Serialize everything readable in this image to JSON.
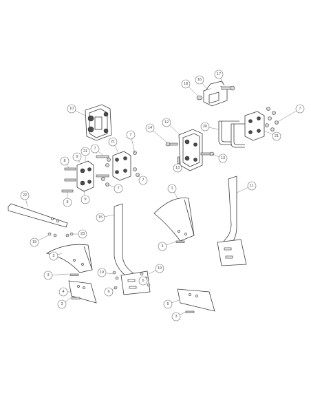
{
  "callouts": [
    {
      "id": "c1",
      "label": "1"
    },
    {
      "id": "c2",
      "label": "2"
    },
    {
      "id": "c3a",
      "label": "3"
    },
    {
      "id": "c3b",
      "label": "3"
    },
    {
      "id": "c3c",
      "label": "3"
    },
    {
      "id": "c3d",
      "label": "3"
    },
    {
      "id": "c4",
      "label": "4"
    },
    {
      "id": "c5",
      "label": "5"
    },
    {
      "id": "c6a",
      "label": "6"
    },
    {
      "id": "c6b",
      "label": "6"
    },
    {
      "id": "c7a",
      "label": "7"
    },
    {
      "id": "c7b",
      "label": "7"
    },
    {
      "id": "c7c",
      "label": "7"
    },
    {
      "id": "c7d",
      "label": "7"
    },
    {
      "id": "c7e",
      "label": "7"
    },
    {
      "id": "c8a",
      "label": "8"
    },
    {
      "id": "c8b",
      "label": "8"
    },
    {
      "id": "c9a",
      "label": "9"
    },
    {
      "id": "c9b",
      "label": "9"
    },
    {
      "id": "c10",
      "label": "10"
    },
    {
      "id": "c11",
      "label": "11"
    },
    {
      "id": "c12",
      "label": "12"
    },
    {
      "id": "c13a",
      "label": "13"
    },
    {
      "id": "c13b",
      "label": "13"
    },
    {
      "id": "c14",
      "label": "14"
    },
    {
      "id": "c15",
      "label": "15"
    },
    {
      "id": "c16",
      "label": "16"
    },
    {
      "id": "c17",
      "label": "17"
    },
    {
      "id": "c18",
      "label": "18"
    },
    {
      "id": "c19a",
      "label": "19"
    },
    {
      "id": "c19b",
      "label": "19"
    },
    {
      "id": "c19c",
      "label": "19"
    },
    {
      "id": "c20",
      "label": "20"
    },
    {
      "id": "c21a",
      "label": "21"
    },
    {
      "id": "c21b",
      "label": "21"
    },
    {
      "id": "c21c",
      "label": "21"
    },
    {
      "id": "c22",
      "label": "22"
    },
    {
      "id": "c23",
      "label": "23"
    }
  ]
}
